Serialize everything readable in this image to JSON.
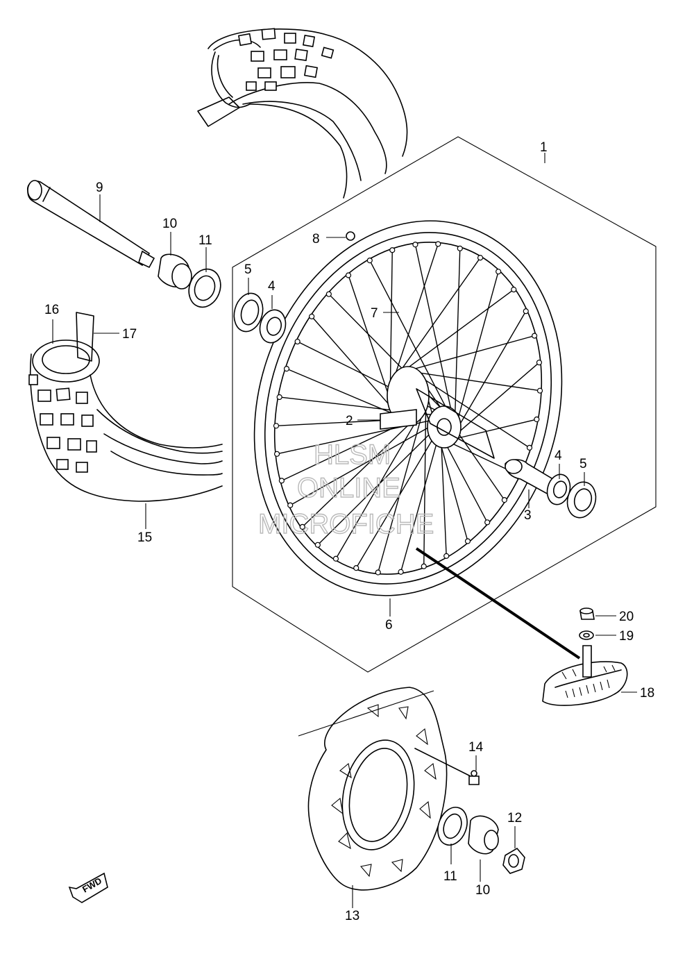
{
  "callouts": [
    {
      "id": "1",
      "label": "1"
    },
    {
      "id": "2",
      "label": "2"
    },
    {
      "id": "3",
      "label": "3"
    },
    {
      "id": "4a",
      "label": "4"
    },
    {
      "id": "4b",
      "label": "4"
    },
    {
      "id": "5a",
      "label": "5"
    },
    {
      "id": "5b",
      "label": "5"
    },
    {
      "id": "6",
      "label": "6"
    },
    {
      "id": "7",
      "label": "7"
    },
    {
      "id": "8",
      "label": "8"
    },
    {
      "id": "9",
      "label": "9"
    },
    {
      "id": "10a",
      "label": "10"
    },
    {
      "id": "10b",
      "label": "10"
    },
    {
      "id": "11a",
      "label": "11"
    },
    {
      "id": "11b",
      "label": "11"
    },
    {
      "id": "12",
      "label": "12"
    },
    {
      "id": "13",
      "label": "13"
    },
    {
      "id": "14",
      "label": "14"
    },
    {
      "id": "15",
      "label": "15"
    },
    {
      "id": "16",
      "label": "16"
    },
    {
      "id": "17",
      "label": "17"
    },
    {
      "id": "18",
      "label": "18"
    },
    {
      "id": "19",
      "label": "19"
    },
    {
      "id": "20",
      "label": "20"
    }
  ],
  "watermark": {
    "line1": "HLSM",
    "line2": "ONLINE",
    "line3": "MICROFICHE"
  },
  "fwd_marker": {
    "label": "FWD"
  }
}
